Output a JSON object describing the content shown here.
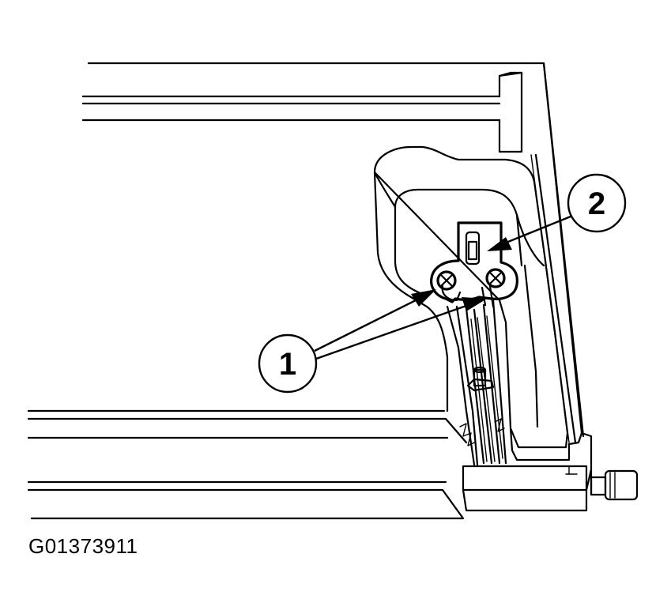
{
  "figure": {
    "id": "G01373911",
    "callouts": [
      {
        "number": "1"
      },
      {
        "number": "2"
      }
    ]
  }
}
